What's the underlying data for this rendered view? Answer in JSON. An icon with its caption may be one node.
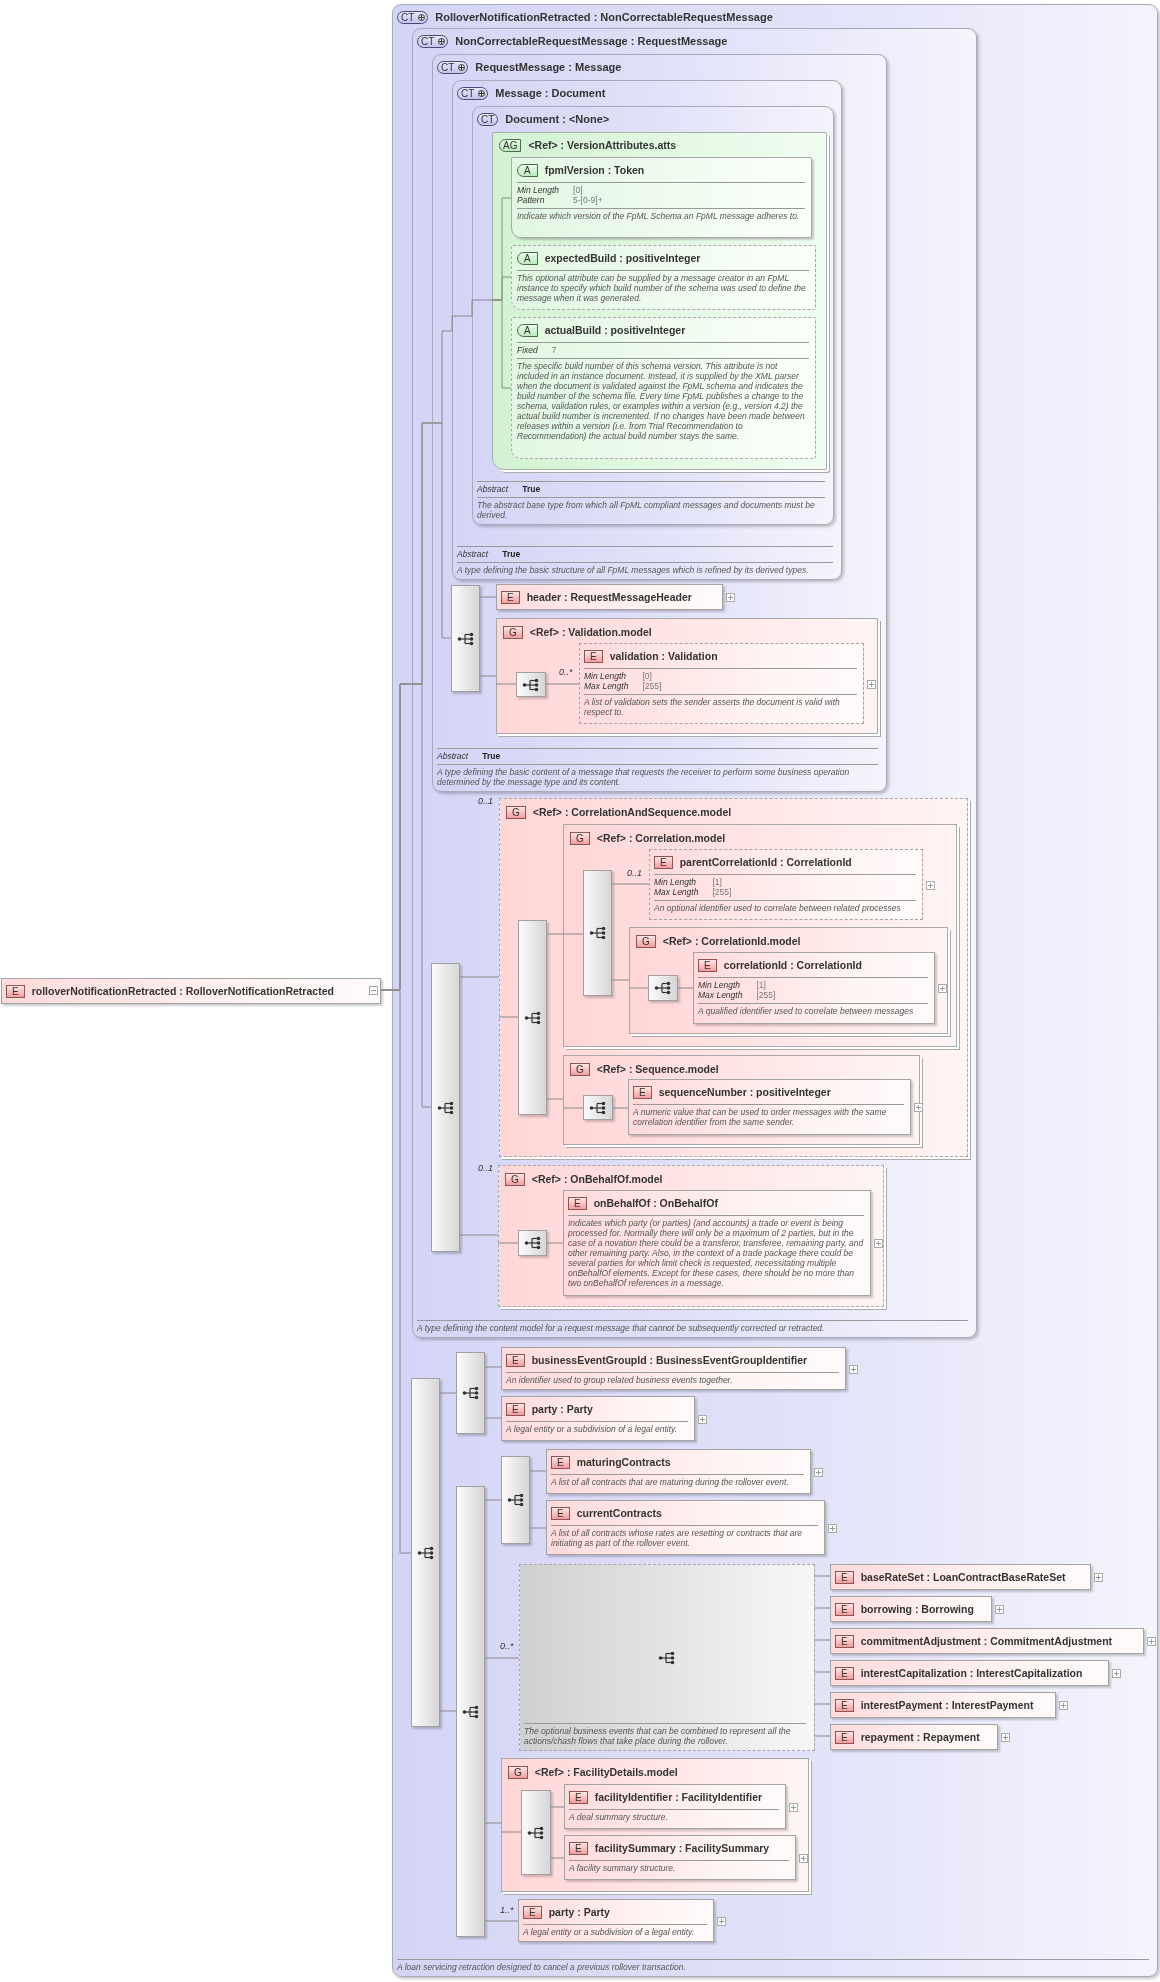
{
  "diagram": {
    "nodes": [
      {
        "text": [
          "E",
          "rolloverNotificationRetracted : RolloverNotificationRetracted"
        ]
      },
      {
        "text": [
          "CT",
          "RolloverNotificationRetracted : NonCorrectableRequestMessage",
          "A loan servicing retraction designed to cancel a previous rollover transaction."
        ]
      },
      {
        "text": [
          "CT",
          "NonCorrectableRequestMessage : RequestMessage",
          "A type defining the content model for a request message that cannot be subsequently corrected or retracted."
        ],
        "in": 1
      },
      {
        "text": [
          "CT",
          "RequestMessage : Message",
          "Abstract",
          "True",
          "A type defining the basic content of a message that requests the receiver to perform some business operation determined by the message type and its content."
        ],
        "in": 2
      },
      {
        "text": [
          "CT",
          "Message : Document",
          "Abstract",
          "True",
          "A type defining the basic structure of all FpML messages which is refined by its derived types."
        ],
        "in": 3
      },
      {
        "text": [
          "CT",
          "Document : <None>",
          "Abstract",
          "True",
          "The abstract base type from which all FpML compliant messages and documents must be derived."
        ],
        "in": 4
      },
      {
        "text": [
          "AG",
          "<Ref> : VersionAttributes.atts"
        ],
        "in": 5
      },
      {
        "text": [
          "A",
          "fpmlVersion : Token",
          "Min Length",
          "[0]",
          "Pattern",
          "5-[0-9]+",
          "Indicate which version of the FpML Schema an FpML message adheres to."
        ],
        "in": 6
      },
      {
        "text": [
          "A",
          "expectedBuild : positiveInteger",
          "This optional attribute can be supplied by a message creator in an FpML instance to specify which build number of the schema was used to define the message when it was generated."
        ],
        "in": 6
      },
      {
        "text": [
          "A",
          "actualBuild : positiveInteger",
          "Fixed",
          "7",
          "The specific build number of this schema version. This attribute is not included in an instance document. Instead, it is supplied by the XML parser when the document is validated against the FpML schema and indicates the build number of the schema file. Every time FpML publishes a change to the schema, validation rules, or examples within a version (e.g., version 4.2) the actual build number is incremented. If no changes have been made between releases within a version (i.e. from Trial Recommendation to Recommendation) the actual build number stays the same."
        ],
        "in": 6
      },
      {
        "text": [],
        "shape": "box",
        "in": 3
      },
      {
        "text": [
          "E",
          "header : RequestMessageHeader"
        ],
        "in": 3
      },
      {
        "text": [
          "G",
          "<Ref> : Validation.model"
        ],
        "in": 3
      },
      {
        "text": [],
        "shape": "box",
        "in": 12
      },
      {
        "text": [
          "E",
          "validation : Validation",
          "Min Length",
          "[0]",
          "Max Length",
          "[255]",
          "A list of validation sets the sender asserts the document is valid with respect to."
        ],
        "in": 12,
        "beside": [
          "0..*"
        ]
      },
      {
        "text": [],
        "shape": "box",
        "in": 2
      },
      {
        "text": [
          "G",
          "<Ref> : CorrelationAndSequence.model"
        ],
        "in": 2,
        "beside": [
          "0..1"
        ]
      },
      {
        "text": [],
        "shape": "box",
        "in": 16
      },
      {
        "text": [
          "G",
          "<Ref> : Correlation.model"
        ],
        "in": 16
      },
      {
        "text": [],
        "shape": "box",
        "in": 18
      },
      {
        "text": [
          "E",
          "parentCorrelationId : CorrelationId",
          "Min Length",
          "[1]",
          "Max Length",
          "[255]",
          "An optional identifier used to correlate between related processes"
        ],
        "in": 18,
        "beside": [
          "0..1"
        ]
      },
      {
        "text": [
          "G",
          "<Ref> : CorrelationId.model"
        ],
        "in": 18
      },
      {
        "text": [],
        "shape": "box",
        "in": 21
      },
      {
        "text": [
          "E",
          "correlationId : CorrelationId",
          "Min Length",
          "[1]",
          "Max Length",
          "[255]",
          "A qualified identifier used to correlate between messages"
        ],
        "in": 21
      },
      {
        "text": [
          "G",
          "<Ref> : Sequence.model"
        ],
        "in": 16
      },
      {
        "text": [],
        "shape": "box",
        "in": 24
      },
      {
        "text": [
          "E",
          "sequenceNumber : positiveInteger",
          "A numeric value that can be used to order messages with the same correlation identifier from the same sender."
        ],
        "in": 24
      },
      {
        "text": [
          "G",
          "<Ref> : OnBehalfOf.model"
        ],
        "in": 2,
        "beside": [
          "0..1"
        ]
      },
      {
        "text": [],
        "shape": "box",
        "in": 27
      },
      {
        "text": [
          "E",
          "onBehalfOf : OnBehalfOf",
          "Indicates which party (or parties) (and accounts) a trade or event is being processed for. Normally there will only be a maximum of 2 parties, but in the case of a novation there could be a transferor, transferee, remaining party, and other remaining party. Also, in the context of a trade package there could be several parties for which limit check is requested, necessitating multiple onBehalfOf elements. Except for these cases, there should be no more than two onBehalfOf references in a message."
        ],
        "in": 27
      },
      {
        "text": [],
        "shape": "box",
        "in": 1
      },
      {
        "text": [],
        "shape": "box",
        "in": 1
      },
      {
        "text": [
          "E",
          "businessEventGroupId : BusinessEventGroupIdentifier",
          "An identifier used to group related business events together."
        ],
        "in": 1
      },
      {
        "text": [
          "E",
          "party : Party",
          "A legal entity or a subdivision of a legal entity."
        ],
        "in": 1
      },
      {
        "text": [],
        "shape": "box",
        "in": 1
      },
      {
        "text": [],
        "shape": "box",
        "in": 1
      },
      {
        "text": [
          "E",
          "maturingContracts",
          "A list of all contracts that are maturing during the rollover event."
        ],
        "in": 1
      },
      {
        "text": [
          "E",
          "currentContracts",
          "A list of all contracts whose rates are resetting or contracts that are initiating as part of the rollover event."
        ],
        "in": 1
      },
      {
        "text": [
          "The optional business events that can be combined to represent all the actions/chash flows that take place during the rollover."
        ],
        "in": 1,
        "beside": [
          "0..*"
        ]
      },
      {
        "text": [
          "E",
          "baseRateSet : LoanContractBaseRateSet"
        ],
        "in": 1
      },
      {
        "text": [
          "E",
          "borrowing : Borrowing"
        ],
        "in": 1
      },
      {
        "text": [
          "E",
          "commitmentAdjustment : CommitmentAdjustment"
        ],
        "in": 1
      },
      {
        "text": [
          "E",
          "interestCapitalization : InterestCapitalization"
        ],
        "in": 1
      },
      {
        "text": [
          "E",
          "interestPayment : InterestPayment"
        ],
        "in": 1
      },
      {
        "text": [
          "E",
          "repayment : Repayment"
        ],
        "in": 1
      },
      {
        "text": [
          "G",
          "<Ref> : FacilityDetails.model"
        ],
        "in": 1
      },
      {
        "text": [],
        "shape": "box",
        "in": 45
      },
      {
        "text": [
          "E",
          "facilityIdentifier : FacilityIdentifier",
          "A deal summary structure."
        ],
        "in": 45
      },
      {
        "text": [
          "E",
          "facilitySummary : FacilitySummary",
          "A facility summary structure."
        ],
        "in": 45
      },
      {
        "text": [
          "E",
          "party : Party",
          "A legal entity or a subdivision of a legal entity."
        ],
        "in": 1,
        "beside": [
          "1..*"
        ]
      }
    ],
    "edges": [
      {
        "from": 0,
        "to": 6,
        "arrow": "none"
      },
      {
        "from": 0,
        "to": 10,
        "arrow": "none"
      },
      {
        "from": 0,
        "to": 15,
        "arrow": "none"
      },
      {
        "from": 0,
        "to": 30,
        "arrow": "none"
      },
      {
        "from": 6,
        "to": 7,
        "arrow": "none"
      },
      {
        "from": 6,
        "to": 8,
        "arrow": "none"
      },
      {
        "from": 6,
        "to": 9,
        "arrow": "none"
      },
      {
        "from": 10,
        "to": 11,
        "arrow": "none"
      },
      {
        "from": 10,
        "to": 12,
        "arrow": "none"
      },
      {
        "from": 12,
        "to": 13,
        "arrow": "none"
      },
      {
        "from": 13,
        "to": 14,
        "arrow": "none"
      },
      {
        "from": 15,
        "to": 16,
        "arrow": "none"
      },
      {
        "from": 16,
        "to": 17,
        "arrow": "none"
      },
      {
        "from": 17,
        "to": 18,
        "arrow": "none"
      },
      {
        "from": 17,
        "to": 24,
        "arrow": "none"
      },
      {
        "from": 18,
        "to": 19,
        "arrow": "none"
      },
      {
        "from": 19,
        "to": 20,
        "arrow": "none"
      },
      {
        "from": 19,
        "to": 21,
        "arrow": "none"
      },
      {
        "from": 21,
        "to": 22,
        "arrow": "none"
      },
      {
        "from": 22,
        "to": 23,
        "arrow": "none"
      },
      {
        "from": 24,
        "to": 25,
        "arrow": "none"
      },
      {
        "from": 25,
        "to": 26,
        "arrow": "none"
      },
      {
        "from": 15,
        "to": 27,
        "arrow": "none"
      },
      {
        "from": 27,
        "to": 28,
        "arrow": "none"
      },
      {
        "from": 28,
        "to": 29,
        "arrow": "none"
      },
      {
        "from": 30,
        "to": 31,
        "arrow": "none"
      },
      {
        "from": 30,
        "to": 34,
        "arrow": "none"
      },
      {
        "from": 31,
        "to": 32,
        "arrow": "none"
      },
      {
        "from": 31,
        "to": 33,
        "arrow": "none"
      },
      {
        "from": 34,
        "to": 35,
        "arrow": "none"
      },
      {
        "from": 34,
        "to": 38,
        "arrow": "none"
      },
      {
        "from": 34,
        "to": 45,
        "arrow": "none"
      },
      {
        "from": 34,
        "to": 49,
        "arrow": "none"
      },
      {
        "from": 35,
        "to": 36,
        "arrow": "none"
      },
      {
        "from": 35,
        "to": 37,
        "arrow": "none"
      },
      {
        "from": 38,
        "to": 39,
        "arrow": "none"
      },
      {
        "from": 38,
        "to": 40,
        "arrow": "none"
      },
      {
        "from": 38,
        "to": 41,
        "arrow": "none"
      },
      {
        "from": 38,
        "to": 42,
        "arrow": "none"
      },
      {
        "from": 38,
        "to": 43,
        "arrow": "none"
      },
      {
        "from": 38,
        "to": 44,
        "arrow": "none"
      },
      {
        "from": 45,
        "to": 46,
        "arrow": "none"
      },
      {
        "from": 46,
        "to": 47,
        "arrow": "none"
      },
      {
        "from": 46,
        "to": 48,
        "arrow": "none"
      }
    ]
  }
}
